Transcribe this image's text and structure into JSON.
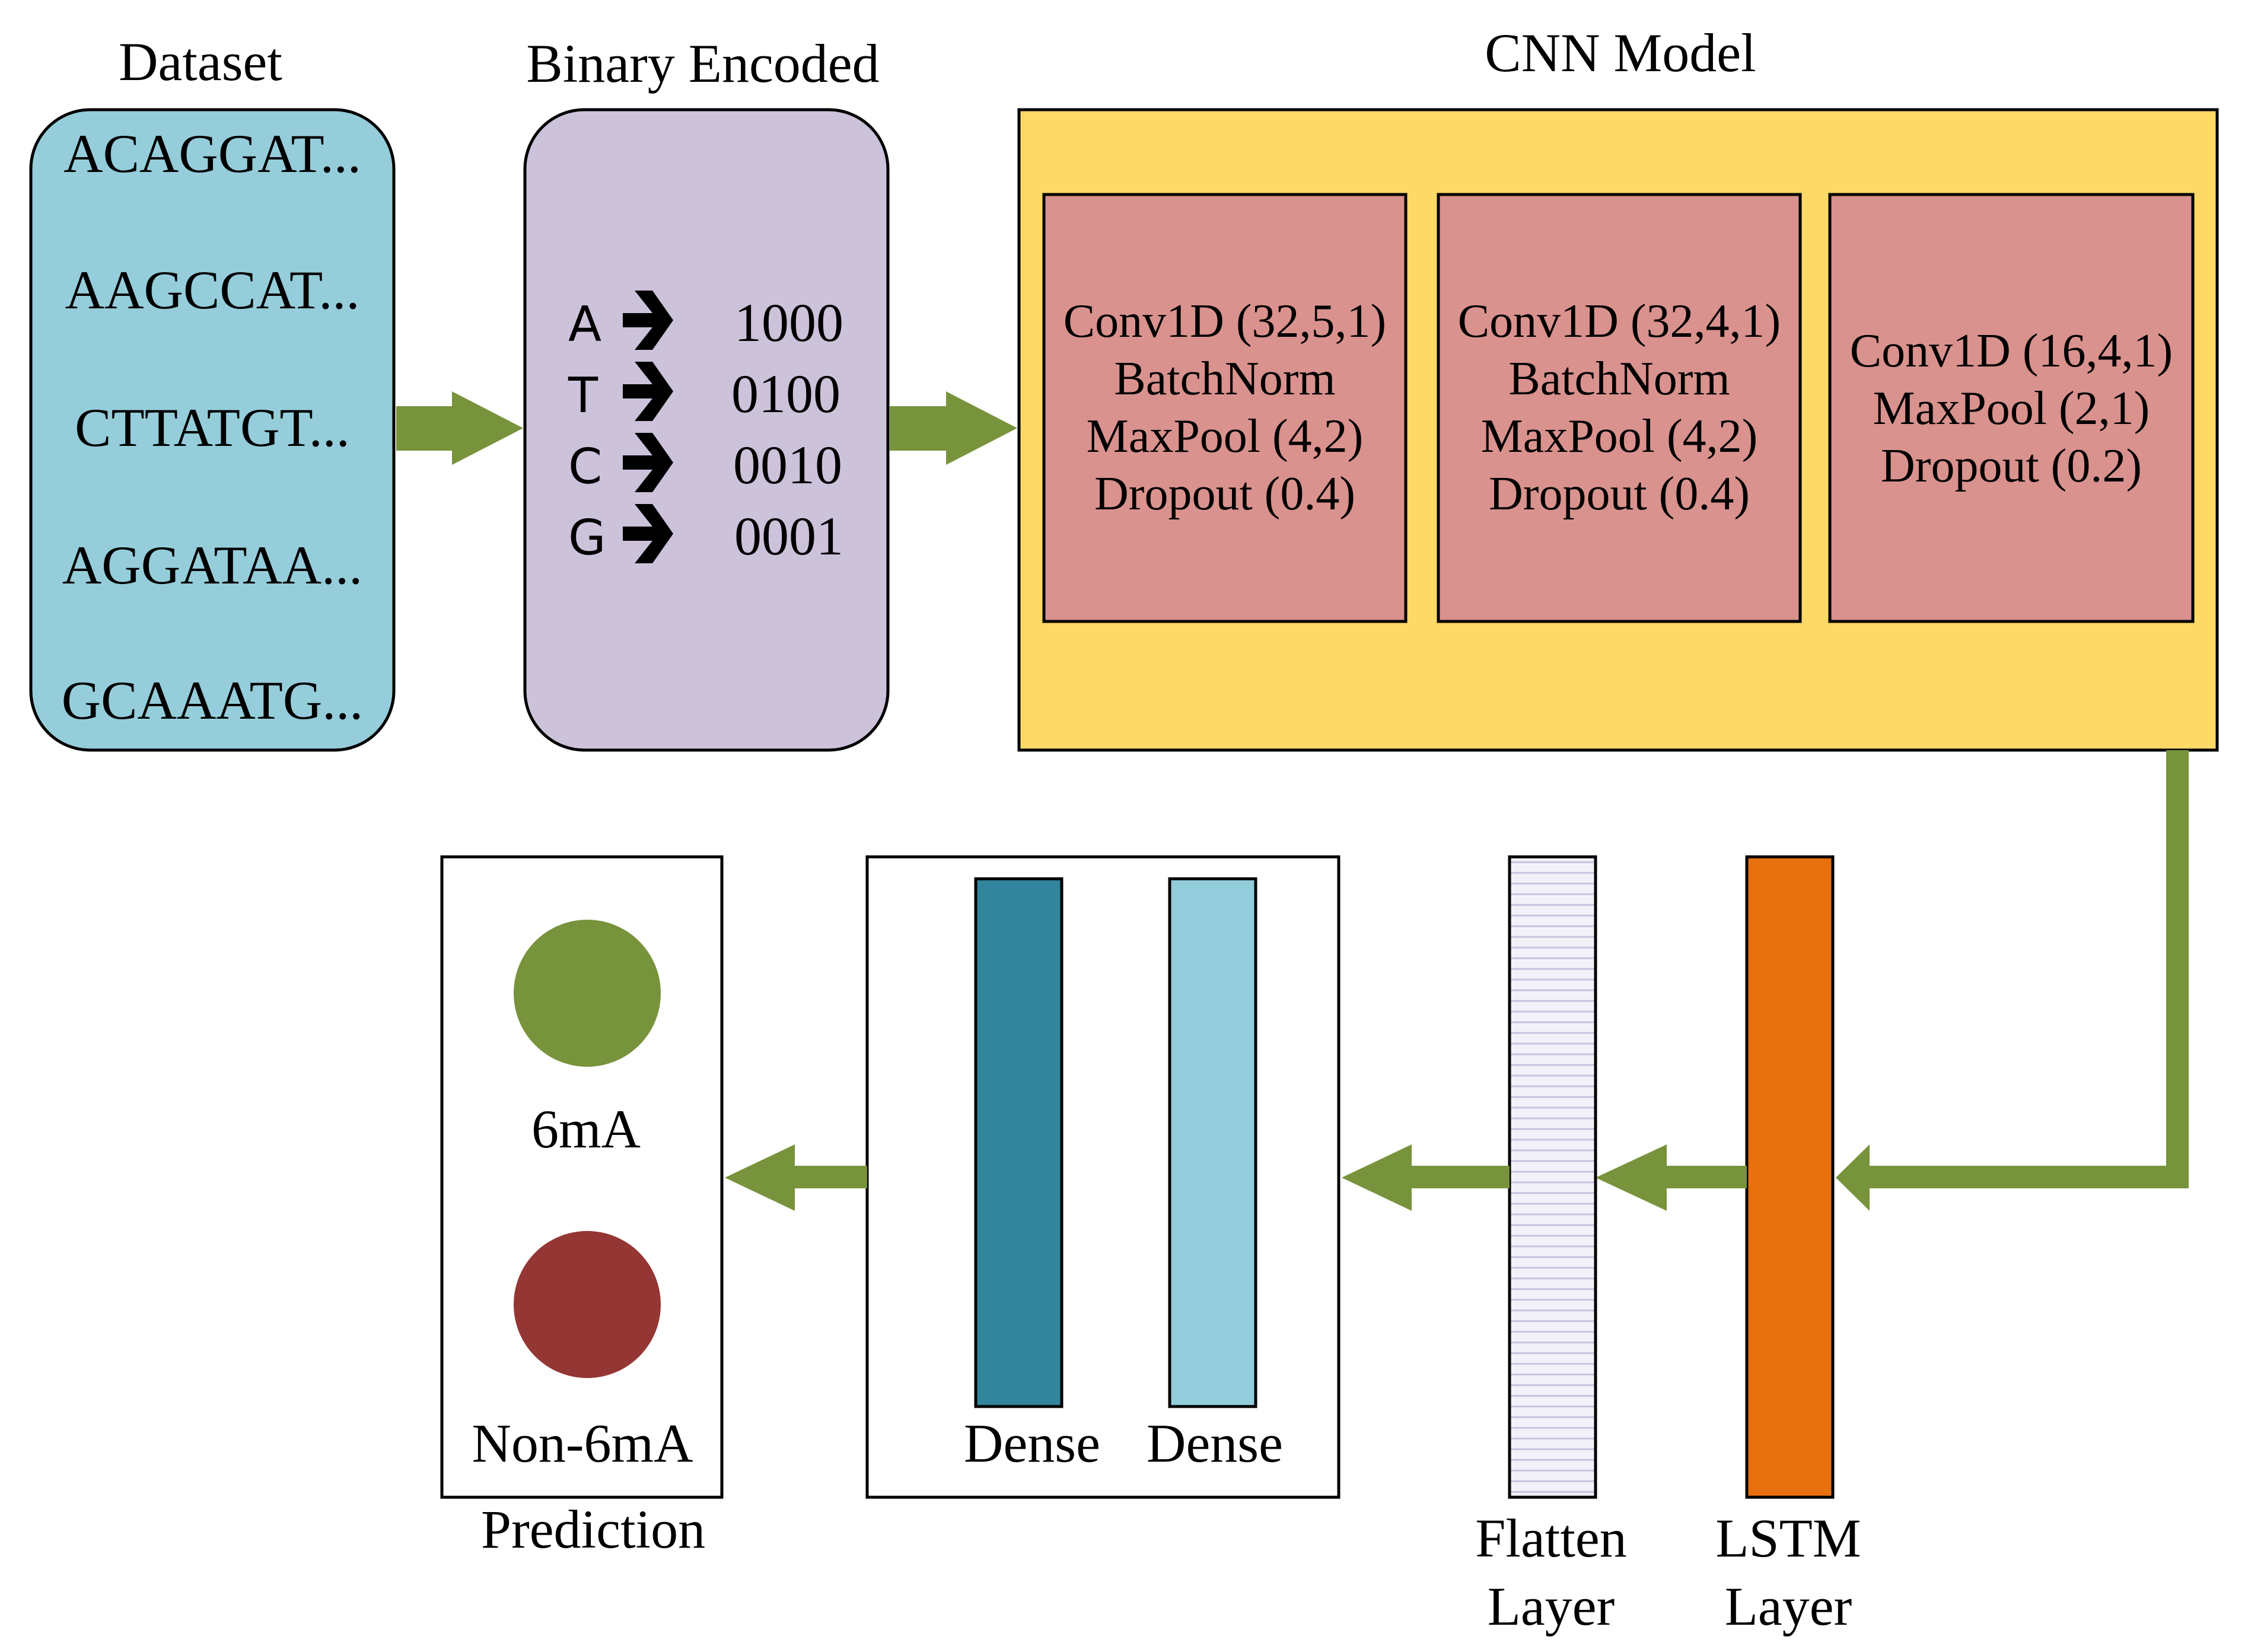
{
  "dataset": {
    "title": "Dataset",
    "sequences": [
      "ACAGGAT...",
      "AAGCCAT...",
      "CTTATGT...",
      "AGGATAA...",
      "GCAAATG..."
    ]
  },
  "encoding": {
    "title": "Binary Encoded",
    "rows": [
      {
        "base": "A",
        "code": "1000"
      },
      {
        "base": "T",
        "code": "0100"
      },
      {
        "base": "C",
        "code": "0010"
      },
      {
        "base": "G",
        "code": "0001"
      }
    ]
  },
  "cnn": {
    "title": "CNN Model",
    "blocks": [
      {
        "lines": [
          "Conv1D (32,5,1)",
          "BatchNorm",
          "MaxPool (4,2)",
          "Dropout (0.4)"
        ]
      },
      {
        "lines": [
          "Conv1D (32,4,1)",
          "BatchNorm",
          "MaxPool (4,2)",
          "Dropout (0.4)"
        ]
      },
      {
        "lines": [
          "Conv1D (16,4,1)",
          "MaxPool (2,1)",
          "Dropout (0.2)"
        ]
      }
    ]
  },
  "lstm": {
    "label_line1": "LSTM",
    "label_line2": "Layer"
  },
  "flatten": {
    "label_line1": "Flatten",
    "label_line2": "Layer"
  },
  "dense": {
    "label_1": "Dense",
    "label_2": "Dense"
  },
  "prediction": {
    "title": "Prediction",
    "positive_label": "6mA",
    "negative_label": "Non-6mA"
  },
  "colors": {
    "dataset_fill": "#95CDDA",
    "encoded_fill": "#CCC2DA",
    "cnn_fill": "#FFD966",
    "conv_fill": "#D9928E",
    "arrow": "#77933C",
    "lstm_fill": "#E8700E",
    "flatten_fill": "#EAE6F3",
    "dense_dark": "#31859C",
    "dense_light": "#93CDDC",
    "positive": "#77933C",
    "negative": "#943634"
  }
}
